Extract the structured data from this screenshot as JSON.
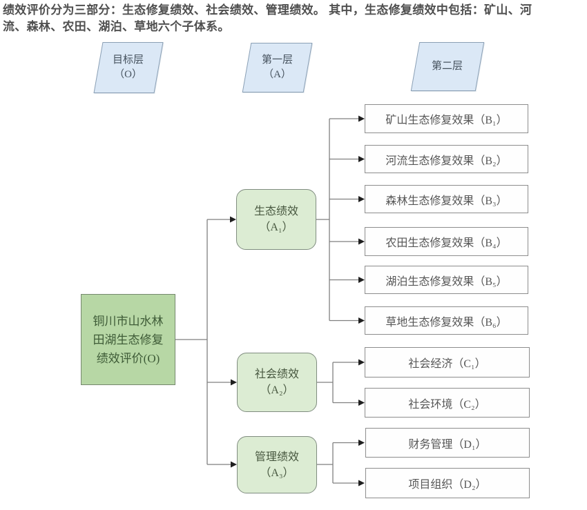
{
  "title": {
    "text": "绩效评价分为三部分：生态修复绩效、社会绩效、管理绩效。 其中，生态修复绩效中包括：矿山、河\n流、森林、农田、湖泊、草地六个子体系。"
  },
  "layer_labels": {
    "goal": "目标层\n（O）",
    "first": "第一层\n（A）",
    "second": "第二层"
  },
  "tree": {
    "root": "铜川市山水林\n田湖生态修复\n绩效评价(O)",
    "branches": [
      {
        "node": "生态绩效\n（A₁）",
        "leaves": [
          "矿山生态修复效果（B₁）",
          "河流生态修复效果（B₂）",
          "森林生态修复效果（B₃）",
          "农田生态修复效果（B₄）",
          "湖泊生态修复效果（B₅）",
          "草地生态修复效果（B₆）"
        ]
      },
      {
        "node": "社会绩效\n（A₂）",
        "leaves": [
          "社会经济（C₁）",
          "社会环境（C₂）"
        ]
      },
      {
        "node": "管理绩效\n（A₃）",
        "leaves": [
          "财务管理（D₁）",
          "项目组织（D₂）"
        ]
      }
    ]
  },
  "colors": {
    "heading_text": "#4f4f4f",
    "root_fill": "#b7d7a5",
    "root_text": "#3e5b37",
    "branch_fill": "#dcecd3",
    "branch_border": "#7f8c7f",
    "leaf_fill": "#fefefe",
    "leaf_border": "#8c8c8c",
    "layer_fill": "#dbe8f6",
    "layer_border": "#8a9fb4",
    "connector_line": "#7f7f7f",
    "arrow": "#1f1f1f"
  }
}
